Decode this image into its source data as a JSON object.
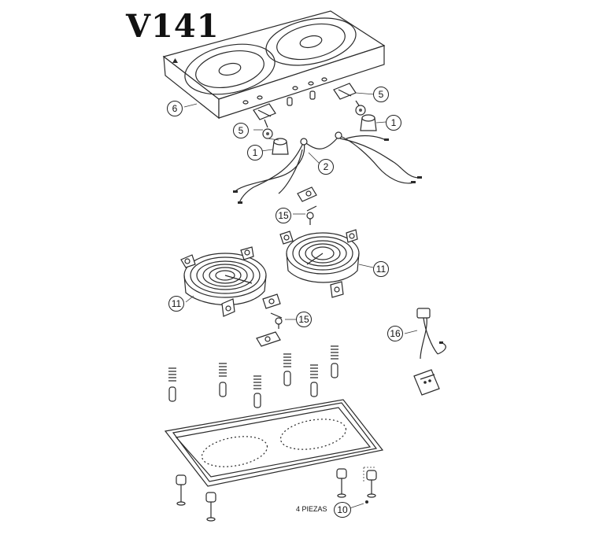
{
  "diagram": {
    "model_code": "V141",
    "quantity_note": "4 PIEZAS"
  },
  "callouts": {
    "c1_left": "1",
    "c1_right": "1",
    "c2": "2",
    "c5_left": "5",
    "c5_right": "5",
    "c6": "6",
    "c10": "10",
    "c11_left": "11",
    "c11_right": "11",
    "c15_top": "15",
    "c15_mid": "15",
    "c16": "16"
  }
}
